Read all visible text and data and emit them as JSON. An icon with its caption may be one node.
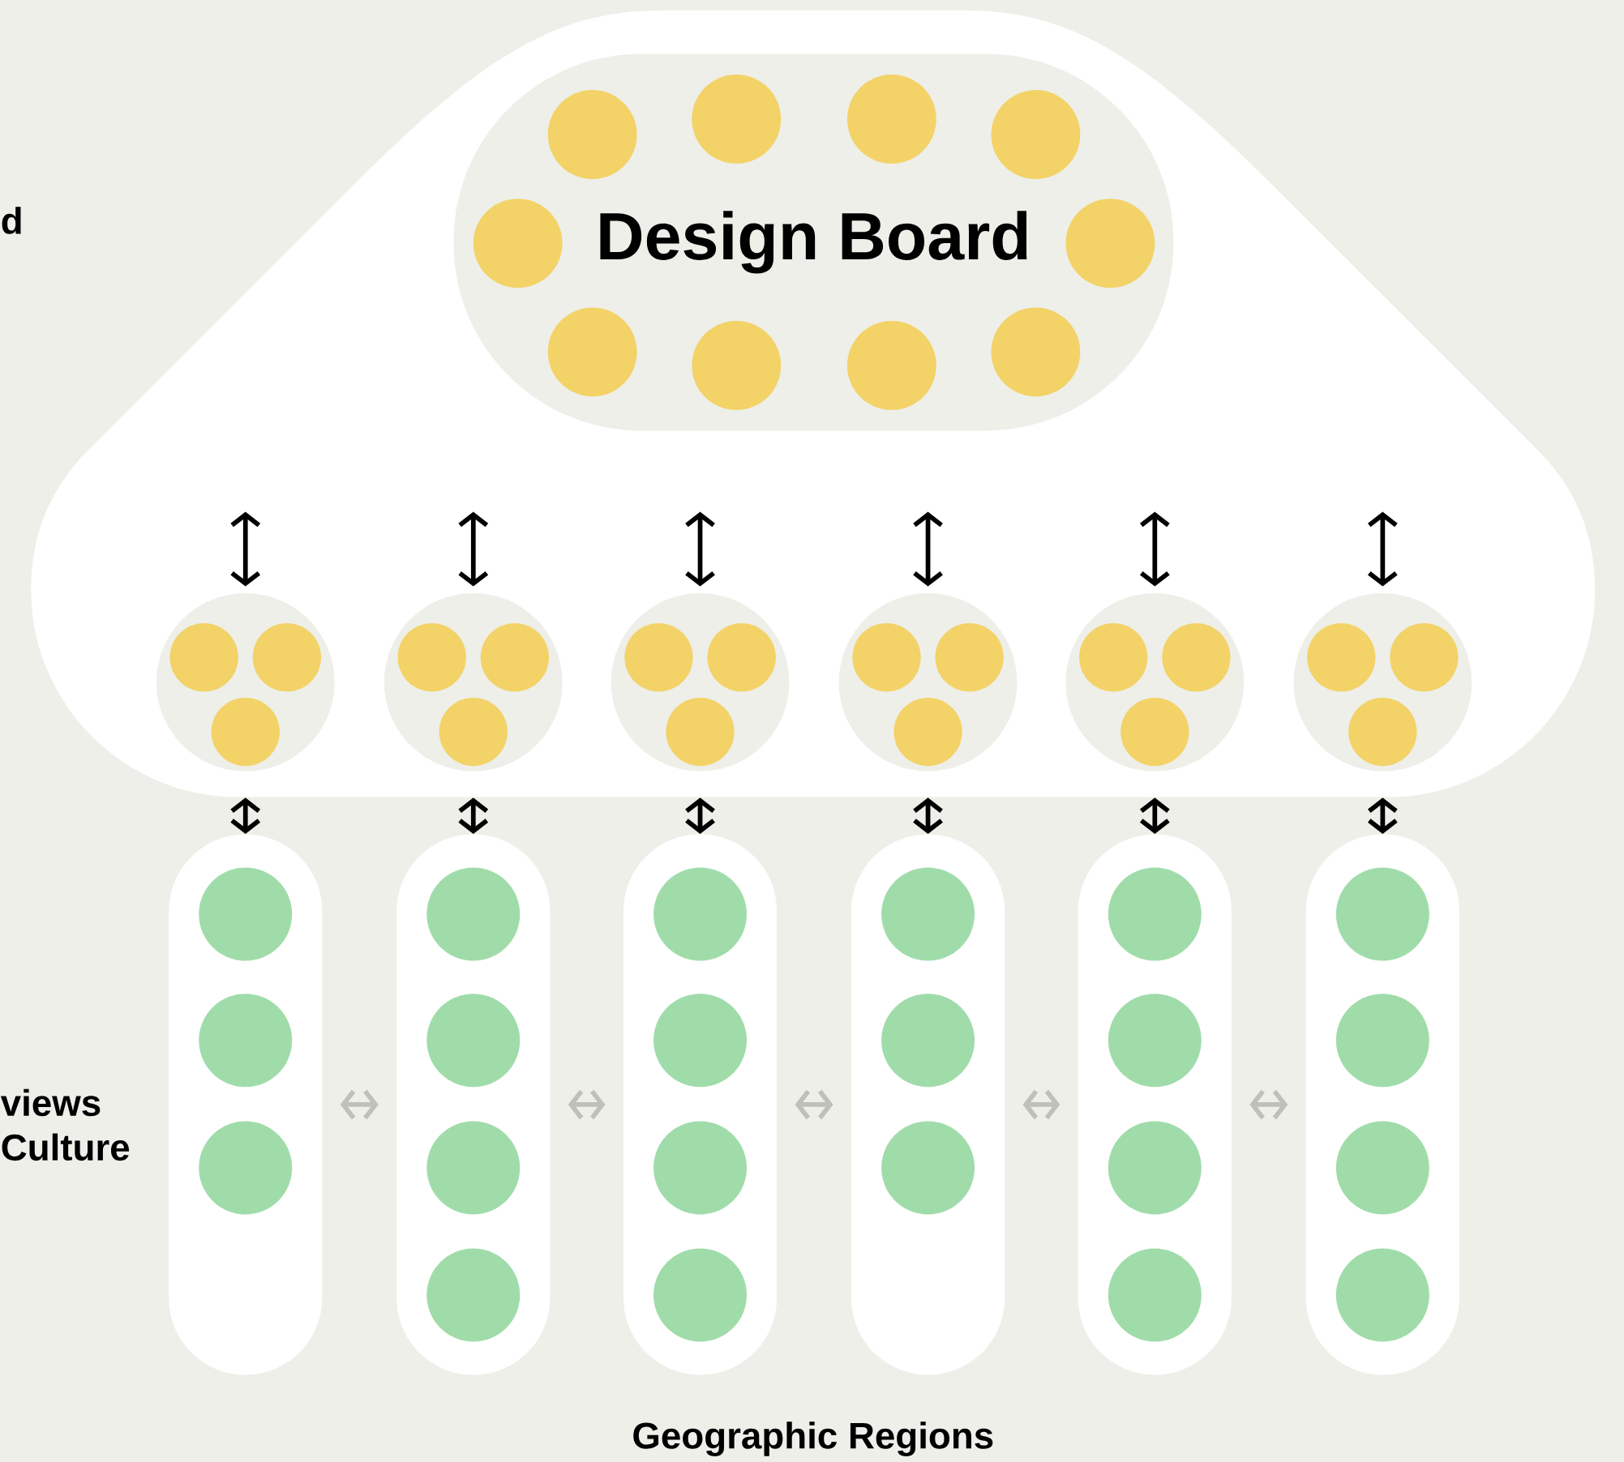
{
  "diagram": {
    "nodes": [
      {
        "text": [],
        "shape": "cloud"
      },
      {
        "text": [
          "Design Board"
        ],
        "in": 0
      },
      {
        "text": [],
        "shape": "circle",
        "in": 1
      },
      {
        "text": [],
        "shape": "circle",
        "in": 1
      },
      {
        "text": [],
        "shape": "circle",
        "in": 1
      },
      {
        "text": [],
        "shape": "circle",
        "in": 1
      },
      {
        "text": [],
        "shape": "circle",
        "in": 1
      },
      {
        "text": [],
        "shape": "circle",
        "in": 1
      },
      {
        "text": [],
        "shape": "circle",
        "in": 1
      },
      {
        "text": [],
        "shape": "circle",
        "in": 1
      },
      {
        "text": [],
        "shape": "circle",
        "in": 1
      },
      {
        "text": [],
        "shape": "circle",
        "in": 1
      },
      {
        "text": [],
        "shape": "circle",
        "in": 0
      },
      {
        "text": [],
        "shape": "circle",
        "in": 12
      },
      {
        "text": [],
        "shape": "circle",
        "in": 12
      },
      {
        "text": [],
        "shape": "circle",
        "in": 12
      },
      {
        "text": [],
        "shape": "circle",
        "in": 0
      },
      {
        "text": [],
        "shape": "circle",
        "in": 16
      },
      {
        "text": [],
        "shape": "circle",
        "in": 16
      },
      {
        "text": [],
        "shape": "circle",
        "in": 16
      },
      {
        "text": [],
        "shape": "circle",
        "in": 0
      },
      {
        "text": [],
        "shape": "circle",
        "in": 20
      },
      {
        "text": [],
        "shape": "circle",
        "in": 20
      },
      {
        "text": [],
        "shape": "circle",
        "in": 20
      },
      {
        "text": [],
        "shape": "circle",
        "in": 0
      },
      {
        "text": [],
        "shape": "circle",
        "in": 24
      },
      {
        "text": [],
        "shape": "circle",
        "in": 24
      },
      {
        "text": [],
        "shape": "circle",
        "in": 24
      },
      {
        "text": [],
        "shape": "circle",
        "in": 0
      },
      {
        "text": [],
        "shape": "circle",
        "in": 28
      },
      {
        "text": [],
        "shape": "circle",
        "in": 28
      },
      {
        "text": [],
        "shape": "circle",
        "in": 28
      },
      {
        "text": [],
        "shape": "circle",
        "in": 0
      },
      {
        "text": [],
        "shape": "circle",
        "in": 32
      },
      {
        "text": [],
        "shape": "circle",
        "in": 32
      },
      {
        "text": [],
        "shape": "circle",
        "in": 32
      },
      {
        "text": [],
        "shape": "box"
      },
      {
        "text": [],
        "shape": "circle",
        "in": 36
      },
      {
        "text": [],
        "shape": "circle",
        "in": 36
      },
      {
        "text": [],
        "shape": "circle",
        "in": 36
      },
      {
        "text": [],
        "shape": "box"
      },
      {
        "text": [],
        "shape": "circle",
        "in": 40
      },
      {
        "text": [],
        "shape": "circle",
        "in": 40
      },
      {
        "text": [],
        "shape": "circle",
        "in": 40
      },
      {
        "text": [],
        "shape": "circle",
        "in": 40
      },
      {
        "text": [],
        "shape": "box"
      },
      {
        "text": [],
        "shape": "circle",
        "in": 45
      },
      {
        "text": [],
        "shape": "circle",
        "in": 45
      },
      {
        "text": [],
        "shape": "circle",
        "in": 45
      },
      {
        "text": [],
        "shape": "circle",
        "in": 45
      },
      {
        "text": [],
        "shape": "box"
      },
      {
        "text": [],
        "shape": "circle",
        "in": 50
      },
      {
        "text": [],
        "shape": "circle",
        "in": 50
      },
      {
        "text": [],
        "shape": "circle",
        "in": 50
      },
      {
        "text": [],
        "shape": "box"
      },
      {
        "text": [],
        "shape": "circle",
        "in": 54
      },
      {
        "text": [],
        "shape": "circle",
        "in": 54
      },
      {
        "text": [],
        "shape": "circle",
        "in": 54
      },
      {
        "text": [],
        "shape": "circle",
        "in": 54
      },
      {
        "text": [],
        "shape": "box"
      },
      {
        "text": [],
        "shape": "circle",
        "in": 59
      },
      {
        "text": [],
        "shape": "circle",
        "in": 59
      },
      {
        "text": [],
        "shape": "circle",
        "in": 59
      },
      {
        "text": [],
        "shape": "circle",
        "in": 59
      }
    ],
    "edges": [
      {
        "from": null,
        "to": 12,
        "arrow": "both"
      },
      {
        "from": null,
        "to": 16,
        "arrow": "both"
      },
      {
        "from": null,
        "to": 20,
        "arrow": "both"
      },
      {
        "from": null,
        "to": 24,
        "arrow": "both"
      },
      {
        "from": null,
        "to": 28,
        "arrow": "both"
      },
      {
        "from": null,
        "to": 32,
        "arrow": "both"
      },
      {
        "from": 12,
        "to": 36,
        "arrow": "both"
      },
      {
        "from": 16,
        "to": 40,
        "arrow": "both"
      },
      {
        "from": 20,
        "to": 45,
        "arrow": "both"
      },
      {
        "from": 24,
        "to": 50,
        "arrow": "both"
      },
      {
        "from": 28,
        "to": 54,
        "arrow": "both"
      },
      {
        "from": 32,
        "to": 59,
        "arrow": "both"
      },
      {
        "from": 36,
        "to": 40,
        "arrow": "both",
        "color": "#c0c0b8"
      },
      {
        "from": 40,
        "to": 45,
        "arrow": "both",
        "color": "#c0c0b8"
      },
      {
        "from": 45,
        "to": 50,
        "arrow": "both",
        "color": "#c0c0b8"
      },
      {
        "from": 50,
        "to": 54,
        "arrow": "both",
        "color": "#c0c0b8"
      },
      {
        "from": 54,
        "to": 59,
        "arrow": "both",
        "color": "#c0c0b8"
      }
    ],
    "labels": [
      "d",
      "views",
      "Culture",
      "Geographic Regions"
    ]
  }
}
